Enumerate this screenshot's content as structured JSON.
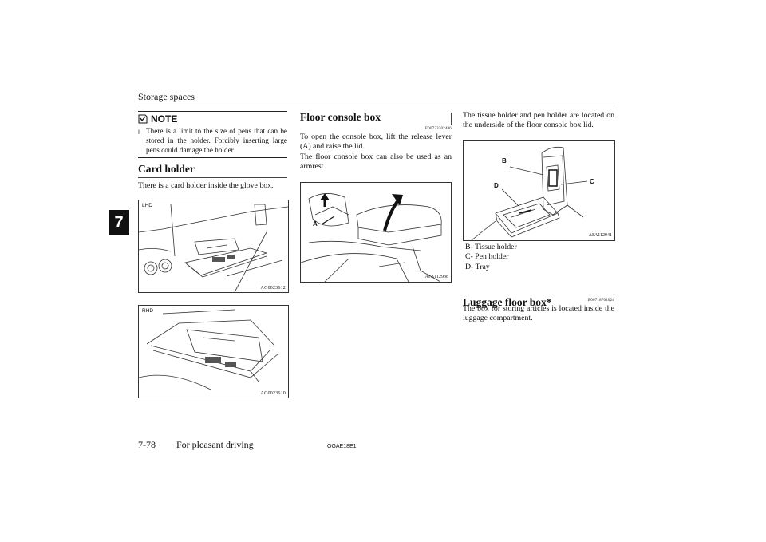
{
  "header": {
    "title": "Storage spaces"
  },
  "chapter_tab": "7",
  "note": {
    "label": "NOTE",
    "bullet": "l",
    "text": "There is a limit to the size of pens that can be stored in the holder. Forcibly inserting large pens could damage the holder."
  },
  "card_holder": {
    "title": "Card holder",
    "text": "There is a card holder inside the glove box.",
    "fig1": {
      "label": "LHD",
      "code": "AG0023612"
    },
    "fig2": {
      "label": "RHD",
      "code": "AG0023610"
    }
  },
  "floor_console": {
    "title": "Floor console box",
    "code": "E00723302406",
    "text1": "To open the console box, lift the release lever (A) and raise the lid.",
    "text2": "The floor console box can also be used as an armrest.",
    "fig": {
      "callout": "A",
      "code": "AFA112938"
    }
  },
  "tissue": {
    "text": "The tissue holder and pen holder are located on the underside of the floor console box lid.",
    "fig": {
      "callouts": [
        "B",
        "C",
        "D"
      ],
      "code": "AFA112941"
    },
    "legend": [
      "B- Tissue holder",
      "C- Pen holder",
      "D- Tray"
    ]
  },
  "luggage": {
    "title": "Luggage floor box*",
    "code": "E00718702024",
    "text": "The box for storing articles is located inside the luggage compartment."
  },
  "footer": {
    "page": "7-78",
    "section": "For pleasant driving",
    "code": "OGAE18E1"
  }
}
